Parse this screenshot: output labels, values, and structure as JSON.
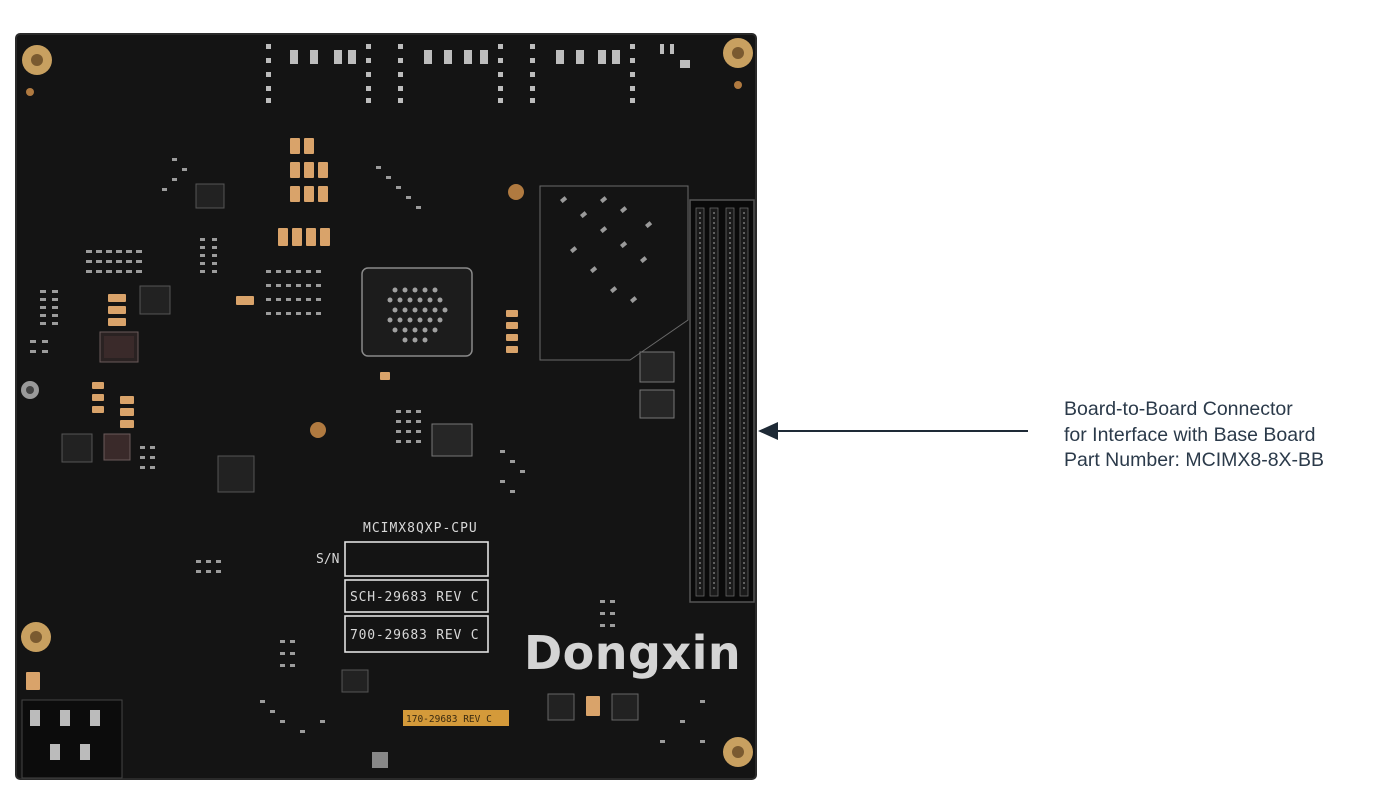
{
  "board": {
    "silkscreen_title": "MCIMX8QXP-CPU",
    "serial_label": "S/N",
    "schematic_rev": "SCH-29683 REV C",
    "assembly_rev": "700-29683 REV C",
    "fab_label": "170-29683 REV C",
    "colors": {
      "pcb": "#141414",
      "silkscreen": "#d8d8d8",
      "pad_gold": "#c8a060",
      "fab_label_bg": "#d49a3a"
    }
  },
  "annotation": {
    "line1": "Board-to-Board Connector",
    "line2": "for Interface with Base Board",
    "line3": "Part Number: MCIMX8-8X-BB",
    "color": "#2b3a4a"
  },
  "watermark": {
    "text": "Dongxin"
  }
}
